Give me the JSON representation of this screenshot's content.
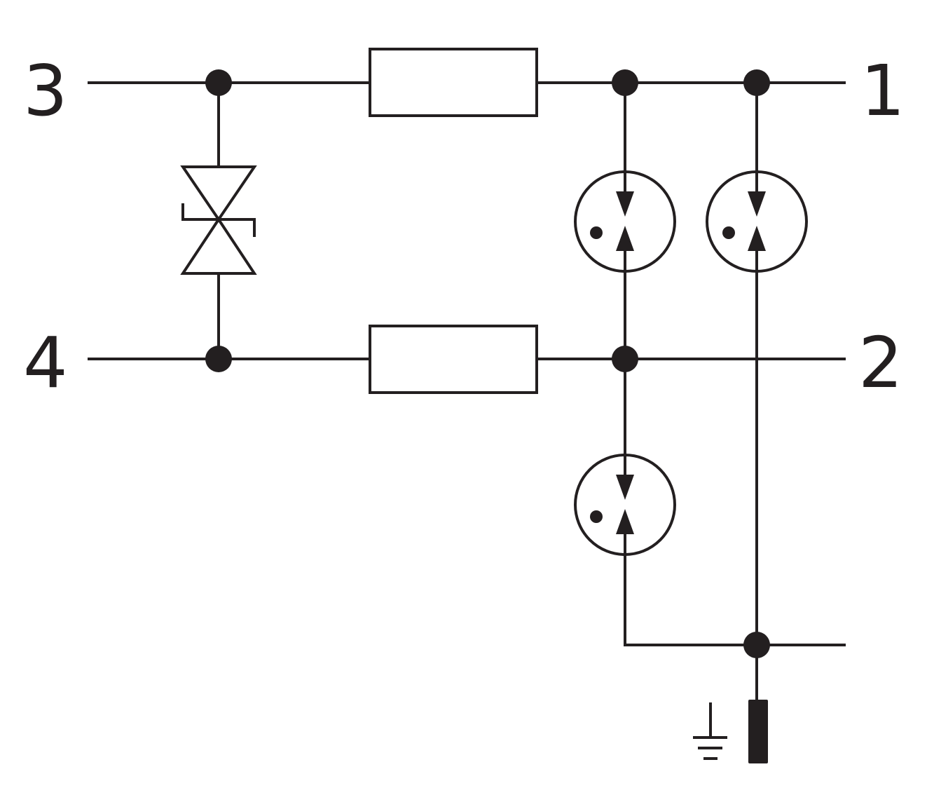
{
  "terminals": {
    "t3": "3",
    "t4": "4",
    "t1": "1",
    "t2": "2"
  },
  "colors": {
    "ink": "#231f20",
    "background": "#ffffff"
  },
  "components": {
    "resistors": 2,
    "bidirectional_tvs_diode": 1,
    "gas_discharge_tubes": 3,
    "ground_symbol": "earth-ground-icon",
    "ground_terminal": "ground-terminal-bar"
  }
}
